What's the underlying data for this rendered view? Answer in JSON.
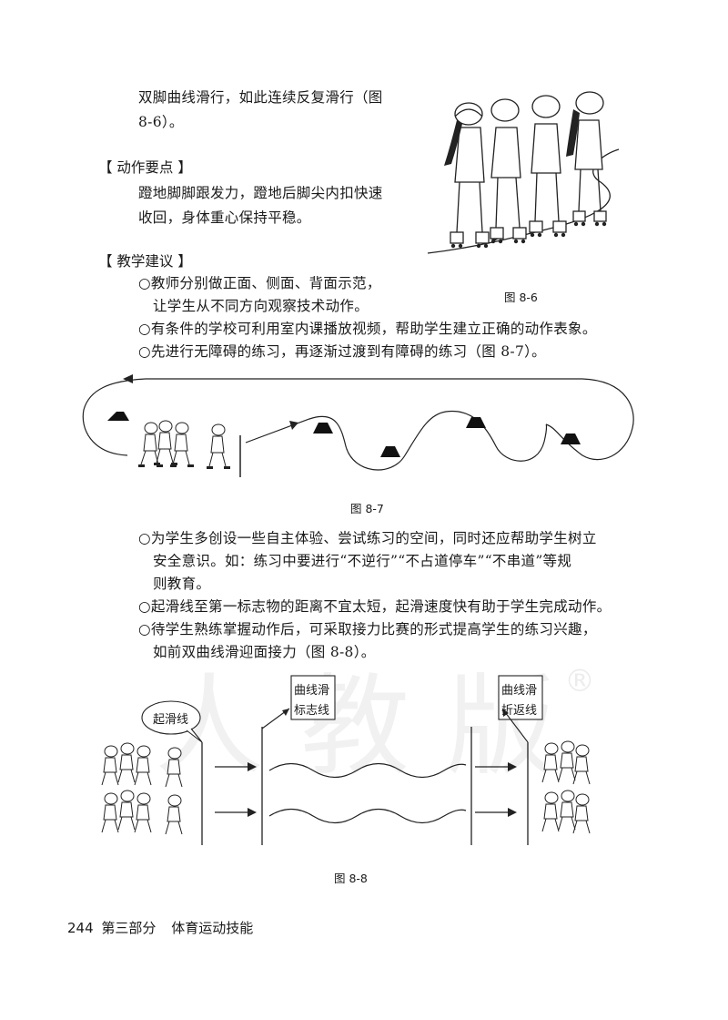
{
  "intro": {
    "line1": "双脚曲线滑行，如此连续反复滑行（图",
    "line2": "8-6）。"
  },
  "key_points": {
    "heading": "【 动作要点 】",
    "line1": "蹬地脚脚跟发力，蹬地后脚尖内扣快速",
    "line2": "收回，身体重心保持平稳。"
  },
  "teaching": {
    "heading": "【 教学建议 】",
    "items": [
      "○教师分别做正面、侧面、背面示范，",
      "让学生从不同方向观察技术动作。",
      "○有条件的学校可利用室内课播放视频，帮助学生建立正确的动作表象。",
      "○先进行无障碍的练习，再逐渐过渡到有障碍的练习（图 8-7）。"
    ]
  },
  "fig86": {
    "caption": "图 8-6"
  },
  "fig87": {
    "caption": "图 8-7"
  },
  "more": {
    "items": [
      "○为学生多创设一些自主体验、尝试练习的空间，同时还应帮助学生树立",
      "安全意识。如：练习中要进行“不逆行”“不占道停车”“不串道”等规",
      "则教育。",
      "○起滑线至第一标志物的距离不宜太短，起滑速度快有助于学生完成动作。",
      "○待学生熟练掌握动作后，可采取接力比赛的形式提高学生的练习兴趣，",
      "如前双曲线滑迎面接力（图 8-8）。"
    ]
  },
  "fig88": {
    "caption": "图 8-8",
    "start_label": "起滑线",
    "box1": [
      "曲线滑",
      "标志线"
    ],
    "box2": [
      "曲线滑",
      "折返线"
    ]
  },
  "watermark": {
    "text": "人教版",
    "reg": "®"
  },
  "footer": {
    "page_number": "244",
    "part": "第三部分",
    "title": "体育运动技能"
  }
}
